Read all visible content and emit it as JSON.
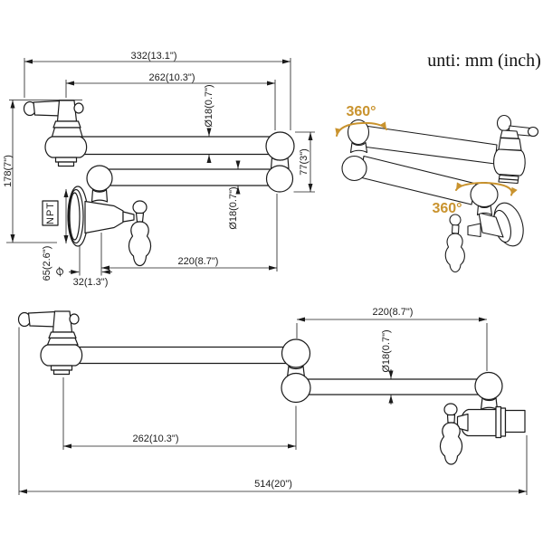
{
  "unit_note": "unti: mm (inch)",
  "colors": {
    "line": "#1b1b1b",
    "accent": "#c9932e",
    "background": "#ffffff"
  },
  "folded_view": {
    "dim_overall_width": "332(13.1\")",
    "dim_upper_arm_length": "262(10.3\")",
    "dim_upper_arm_diameter": "Ø18(0.7\")",
    "dim_lower_arm_diameter": "Ø18(0.7\")",
    "dim_joint_height": "77(3\")",
    "dim_overall_height": "178(7\")",
    "dim_flange_diameter_symbol": "Ø",
    "dim_flange_diameter": "65(2.6\")",
    "dim_wall_to_pivot": "32(1.3\")",
    "dim_lower_arm_length": "220(8.7\")",
    "thread_label": "NPT"
  },
  "swivel_view": {
    "swivel_label_first": "360°",
    "swivel_label_second": "360°"
  },
  "extended_view": {
    "dim_outer_arm_length": "220(8.7\")",
    "dim_arm_diameter": "Ø18(0.7\")",
    "dim_inner_arm_length": "262(10.3\")",
    "dim_overall_reach": "514(20\")"
  }
}
